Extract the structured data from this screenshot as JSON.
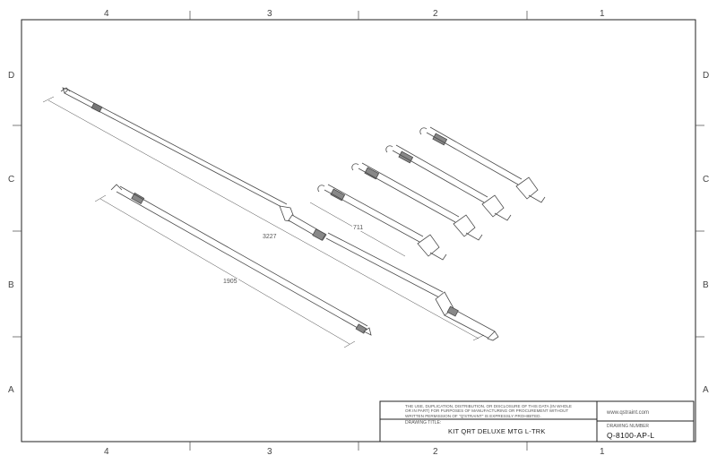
{
  "zones": {
    "columns": [
      "4",
      "3",
      "2",
      "1"
    ],
    "rows": [
      "D",
      "C",
      "B",
      "A"
    ]
  },
  "title_block": {
    "notice": "THE USE, DUPLICATION, DISTRIBUTION, OR DISCLOSURE OF THIS DATA (IN WHOLE OR IN PART) FOR PURPOSES OF MANUFACTURING OR PROCUREMENT WITHOUT WRITTEN PERMISSION OF \"Q'STRAINT\" IS EXPRESSLY PROHIBITED.",
    "drawing_title_label": "DRAWING TITLE:",
    "drawing_title": "KIT QRT DELUXE MTG L-TRK",
    "website": "www.qstraint.com",
    "drawing_number_label": "DRAWING NUMBER",
    "drawing_number": "Q-8100-AP-L"
  },
  "dimensions": {
    "long_strap": "3227",
    "medium_strap": "1905",
    "short_strap": "711"
  },
  "colors": {
    "line": "#4a4a4a",
    "border": "#222222"
  }
}
